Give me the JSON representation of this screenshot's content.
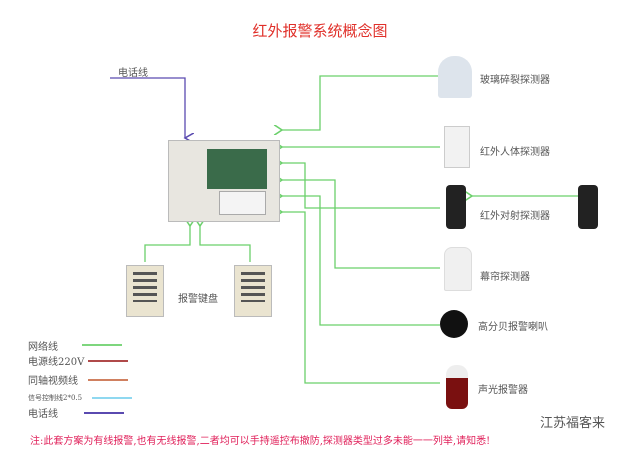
{
  "title": "红外报警系统概念图",
  "phone_line_label": "电话线",
  "keyboard_label": "报警键盘",
  "devices": [
    "玻璃碎裂探测器",
    "红外人体探测器",
    "红外对射探测器",
    "幕帘探测器",
    "高分贝报警喇叭",
    "声光报警器"
  ],
  "legend": [
    {
      "label": "网络线",
      "color": "#7ed67e"
    },
    {
      "label": "电源线220V",
      "color": "#b04a4a"
    },
    {
      "label": "同轴视频线",
      "color": "#d08060"
    },
    {
      "label": "信号控制线2*0.5",
      "color": "#8fd8f0"
    },
    {
      "label": "电话线",
      "color": "#5a4ab0"
    }
  ],
  "note": "注:此套方案为有线报警,也有无线报警,二者均可以手持遥控布撤防,探测器类型过多未能一一列举,请知悉!",
  "brand": "江苏福客来"
}
